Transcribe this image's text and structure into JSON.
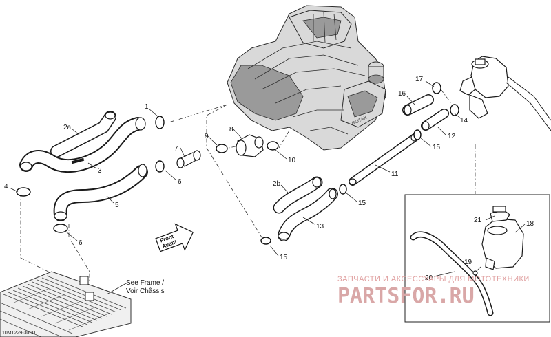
{
  "diagram_ref": "10M1229-30-31",
  "callouts": {
    "c1": "1",
    "c2a": "2a",
    "c2b": "2b",
    "c3": "3",
    "c4": "4",
    "c5": "5",
    "c6a": "6",
    "c6b": "6",
    "c7": "7",
    "c8": "8",
    "c9": "9",
    "c10": "10",
    "c11": "11",
    "c12": "12",
    "c13": "13",
    "c14": "14",
    "c15a": "15",
    "c15b": "15",
    "c15c": "15",
    "c16": "16",
    "c17": "17",
    "c18": "18",
    "c19": "19",
    "c20": "20",
    "c21": "21"
  },
  "front_arrow": {
    "line1": "Front",
    "line2": "Avant"
  },
  "frame_note": {
    "line1": "See Frame /",
    "line2": "Voir Châssis"
  },
  "watermark": {
    "tagline": "ЗАПЧАСТИ И АКСЕССУАРЫ ДЛЯ МОТОТЕХНИКИ",
    "brand": "PARTSFOR.RU"
  }
}
